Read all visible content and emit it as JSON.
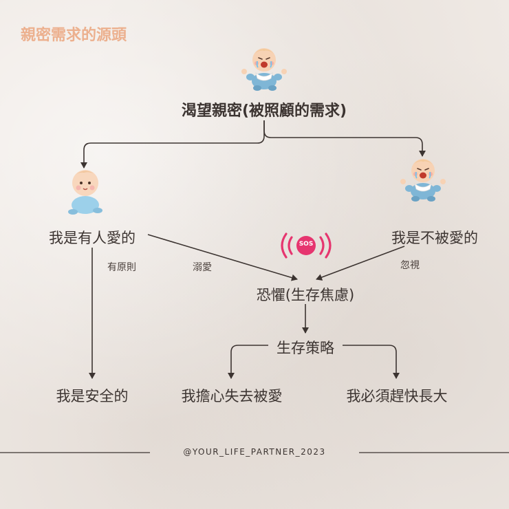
{
  "title": "親密需求的源頭",
  "nodes": {
    "root": "渴望親密(被照顧的需求)",
    "loved": "我是有人愛的",
    "unloved": "我是不被愛的",
    "fear": "恐懼(生存焦慮)",
    "strategy": "生存策略",
    "safe": "我是安全的",
    "worry": "我擔心失去被愛",
    "grow_up": "我必須趕快長大"
  },
  "edge_labels": {
    "principled": "有原則",
    "spoiled": "溺愛",
    "neglect": "忽視"
  },
  "sos_badge": "SOS",
  "footer": "@YOUR_LIFE_PARTNER_2023",
  "colors": {
    "title": "#ecb08e",
    "text": "#3c3431",
    "sos": "#e6356f"
  },
  "icons": [
    "crying-baby-icon",
    "happy-baby-icon",
    "sos-alarm-icon"
  ]
}
